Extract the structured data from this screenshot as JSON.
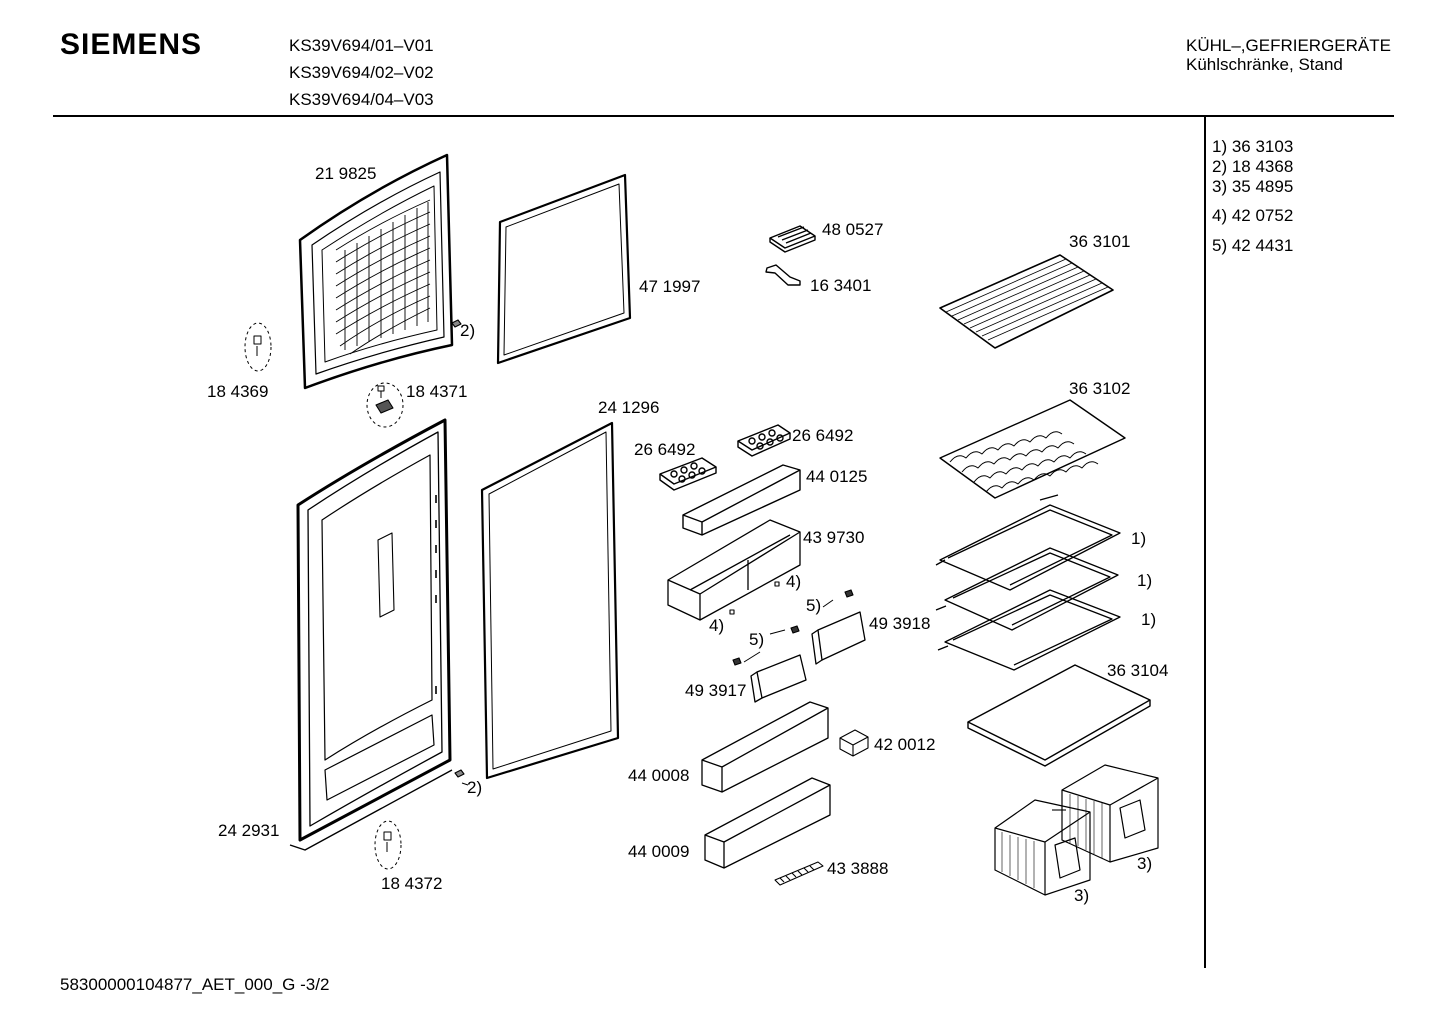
{
  "header": {
    "brand": "SIEMENS",
    "models": [
      "KS39V694/01–V01",
      "KS39V694/02–V02",
      "KS39V694/04–V03"
    ],
    "category_line1": "KÜHL–,GEFRIERGERÄTE",
    "category_line2": "Kühlschränke, Stand"
  },
  "legend": [
    "1)  36 3103",
    "2)  18 4368",
    "3)  35 4895",
    "4)  42 0752",
    "5)  42 4431"
  ],
  "labels": {
    "p219825": "21 9825",
    "p471997": "47 1997",
    "p480527": "48 0527",
    "p163401": "16 3401",
    "p363101": "36 3101",
    "p184369": "18 4369",
    "p184371": "18 4371",
    "ref2a": "2)",
    "p241296": "24 1296",
    "p266492a": "26 6492",
    "p266492b": "26 6492",
    "p440125": "44 0125",
    "p363102": "36 3102",
    "p439730": "43 9730",
    "ref1a": "1)",
    "ref1b": "1)",
    "ref1c": "1)",
    "ref4a": "4)",
    "ref4b": "4)",
    "ref5a": "5)",
    "ref5b": "5)",
    "p493918": "49 3918",
    "p493917": "49 3917",
    "p363104": "36 3104",
    "p420012": "42 0012",
    "p440008": "44 0008",
    "ref2b": "2)",
    "p242931": "24 2931",
    "p440009": "44 0009",
    "p433888": "43 3888",
    "p184372": "18 4372",
    "ref3a": "3)",
    "ref3b": "3)"
  },
  "footer": "58300000104877_AET_000_G  -3/2"
}
